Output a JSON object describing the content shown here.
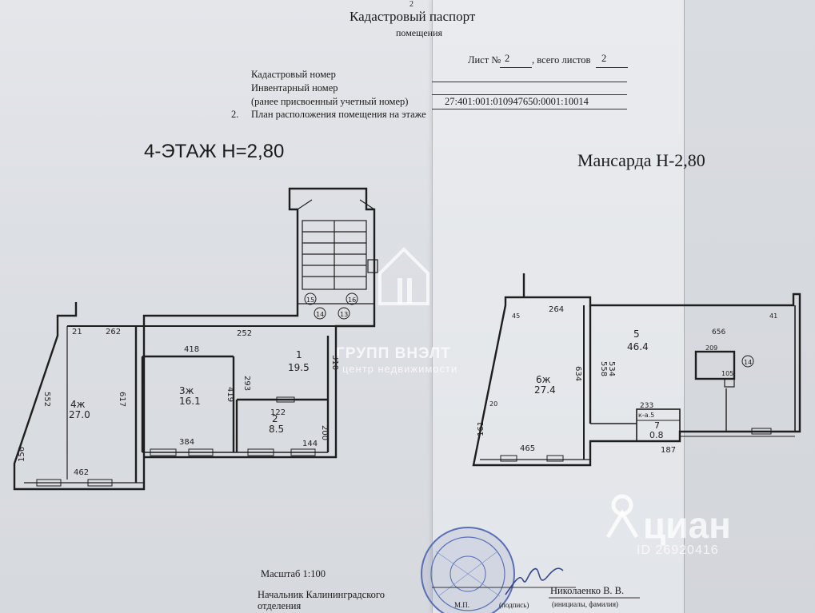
{
  "header": {
    "page_number": "2",
    "title": "Кадастровый паспорт",
    "subtitle": "помещения",
    "sheet_label": "Лист №",
    "sheet_value": "2",
    "total_label": ", всего листов",
    "total_value": "2"
  },
  "fields": {
    "cadastral_number_label": "Кадастровый номер",
    "inventory_number_label": "Инвентарный номер",
    "previous_number_label": "(ранее присвоенный учетный номер)",
    "previous_number_value": "27:401:001:010947650:0001:10014",
    "plan_index": "2.",
    "plan_label": "План расположения помещения на этаже"
  },
  "plans": {
    "left_title": "4-ЭТАЖ  H=2,80",
    "right_title": "Мансарда H-2,80",
    "left_rooms": [
      {
        "no": "4ж",
        "area": "27.0"
      },
      {
        "no": "3ж",
        "area": "16.1"
      },
      {
        "no": "1",
        "area": "19.5"
      },
      {
        "no": "2",
        "area": "8.5"
      }
    ],
    "left_dims": [
      "262",
      "252",
      "418",
      "293",
      "552",
      "617",
      "462",
      "156",
      "384",
      "419",
      "122",
      "144",
      "200",
      "310",
      "21"
    ],
    "stair_marks": [
      "15",
      "16",
      "14",
      "13"
    ],
    "right_rooms": [
      {
        "no": "6ж",
        "area": "27.4"
      },
      {
        "no": "5",
        "area": "46.4"
      },
      {
        "no": "7",
        "area": "0.8"
      }
    ],
    "right_dims": [
      "264",
      "45",
      "558",
      "534",
      "634",
      "465",
      "161",
      "20",
      "233",
      "656",
      "41",
      "105",
      "209",
      "187"
    ],
    "right_marks": [
      "14",
      "к-а.5"
    ]
  },
  "footer": {
    "scale": "Масштаб 1:100",
    "position_line1": "Начальник Калининградского",
    "position_line2": "отделения",
    "stamp_label": "М.П.",
    "signature_label": "(подпись)",
    "name": "Николаенко В. В.",
    "name_caption": "(инициалы, фамилия)"
  },
  "watermarks": {
    "agency_name": "ГРУПП ВНЭЛТ",
    "agency_tagline": "центр недвижимости",
    "portal": "циан",
    "listing_id": "ID 26920416"
  }
}
